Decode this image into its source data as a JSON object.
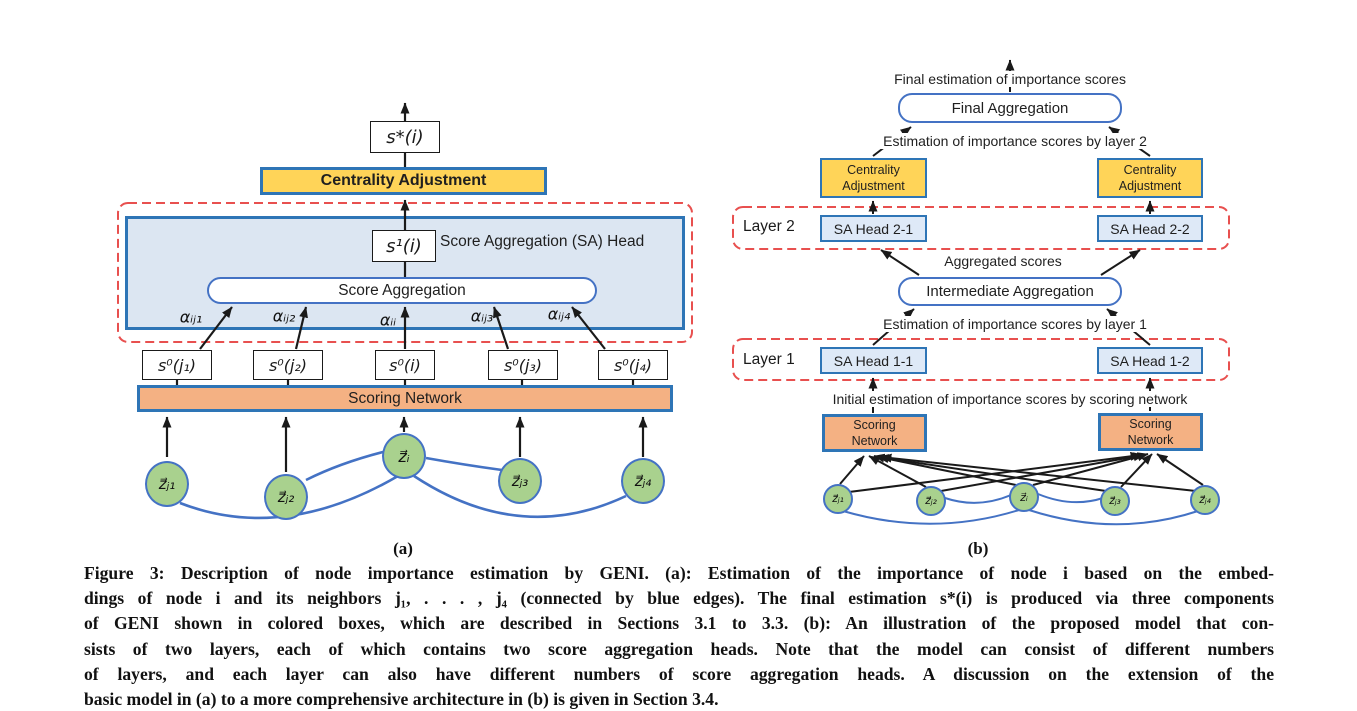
{
  "figure": {
    "panel_a": {
      "label": "(a)",
      "s_star": "s*(i)",
      "centrality_adjustment": "Centrality Adjustment",
      "s1": "s¹(i)",
      "sa_head_label": "Score Aggregation (SA) Head",
      "score_aggregation": "Score Aggregation",
      "alphas": [
        "αᵢⱼ₁",
        "αᵢⱼ₂",
        "αᵢᵢ",
        "αᵢⱼ₃",
        "αᵢⱼ₄"
      ],
      "s0": [
        "s⁰(j₁)",
        "s⁰(j₂)",
        "s⁰(i)",
        "s⁰(j₃)",
        "s⁰(j₄)"
      ],
      "scoring_network": "Scoring Network",
      "nodes": [
        "z⃗ⱼ₁",
        "z⃗ⱼ₂",
        "z⃗ᵢ",
        "z⃗ⱼ₃",
        "z⃗ⱼ₄"
      ]
    },
    "panel_b": {
      "label": "(b)",
      "final_estimation_text": "Final estimation of importance scores",
      "final_aggregation": "Final Aggregation",
      "layer2_estimation_text": "Estimation of importance scores by layer 2",
      "centrality_line1": "Centrality",
      "centrality_line2": "Adjustment",
      "layer2_label": "Layer 2",
      "sa_head_21": "SA Head 2-1",
      "sa_head_22": "SA Head 2-2",
      "aggregated_scores_text": "Aggregated scores",
      "intermediate_aggregation": "Intermediate Aggregation",
      "layer1_estimation_text": "Estimation of importance scores by layer 1",
      "layer1_label": "Layer 1",
      "sa_head_11": "SA Head 1-1",
      "sa_head_12": "SA Head 1-2",
      "initial_estimation_text": "Initial estimation of importance scores by scoring network",
      "scoring_line1": "Scoring",
      "scoring_line2": "Network",
      "nodes": [
        "z⃗ⱼ₁",
        "z⃗ⱼ₂",
        "z⃗ᵢ",
        "z⃗ⱼ₃",
        "z⃗ⱼ₄"
      ]
    },
    "caption": {
      "lines": [
        "Figure 3: Description of node importance estimation by GENI. (a): Estimation of the importance of node i based on the embed-",
        "dings of node i and its neighbors j₁, . . . , j₄ (connected by blue edges). The final estimation s*(i) is produced via three components",
        "of GENI shown in colored boxes, which are described in Sections 3.1 to 3.3. (b): An illustration of the proposed model that con-",
        "sists of two layers, each of which contains two score aggregation heads. Note that the model can consist of different numbers",
        "of layers, and each layer can also have different numbers of score aggregation heads. A discussion on the extension of the",
        "basic model in (a) to a more comprehensive architecture in (b) is given in Section 3.4."
      ]
    },
    "colors": {
      "centrality_yellow": "#FFD458",
      "scoring_orange": "#F4B183",
      "sa_panel_blue": "#DCE6F2",
      "sa_head_blue": "#DEE9F7",
      "box_border_blue": "#2E75B6",
      "edge_blue": "#4472C4",
      "node_green": "#A9D18E",
      "dashed_red": "#E8504F"
    }
  }
}
